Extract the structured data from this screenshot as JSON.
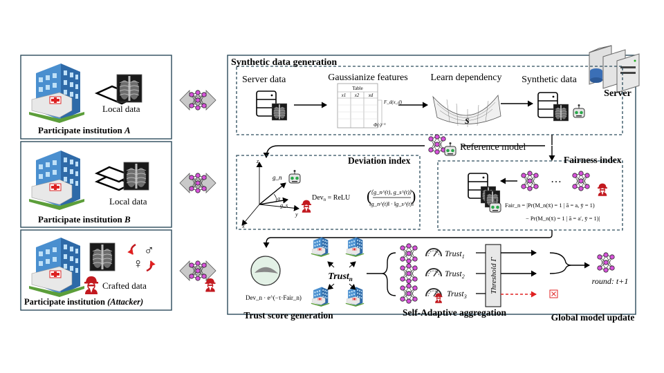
{
  "institutions": [
    {
      "title": "Participate institution ",
      "letter": "A",
      "data_label": "Local data"
    },
    {
      "title": "Participate institution ",
      "letter": "B",
      "data_label": "Local data"
    },
    {
      "title": "Participate institution ",
      "letter": "(Attacker)",
      "data_label": "Crafted data"
    }
  ],
  "server_label": "Server",
  "synthetic": {
    "title": "Synthetic data generation",
    "server_data": "Server data",
    "gaussianize": "Gaussianize features",
    "table_title": "Table",
    "learn_dependency": "Learn dependency",
    "synthetic_data": "Synthetic data",
    "copula_symbol": "S",
    "cols": [
      "x1",
      "x2",
      "xd"
    ],
    "f_label": "F_d(x_d)",
    "phi_label": "Φ(·)⁻¹"
  },
  "reference_model": "Reference model",
  "deviation": {
    "title": "Deviation index",
    "axes": [
      "z",
      "g_n",
      "g_s",
      "y",
      "x"
    ],
    "alpha": "α",
    "formula_lhs": "Dev",
    "formula_sub": "n",
    "formula_eq": " = ReLU",
    "num": "⟨g_n^(t), g_s^(t)⟩",
    "den": "‖g_n^(t)‖ · ‖g_s^(t)‖"
  },
  "fairness": {
    "title": "Fairness index",
    "dots": "…",
    "line1": "Fair_n = |Pr(M_n(x̄) = 1 | ā = a, ȳ = 1)",
    "line2": "− Pr(M_n(x̄) = 1 | ā = a′, ȳ = 1)|"
  },
  "trust_gen": {
    "label": "Trust score generation",
    "formula": "Dev_n · e^(−τ·Fair_n)",
    "center": "Trust",
    "center_sub": "n"
  },
  "aggregation": {
    "label": "Self-Adaptive aggregation",
    "trusts": [
      {
        "name": "Trust",
        "sub": "1"
      },
      {
        "name": "Trust",
        "sub": "2"
      },
      {
        "name": "Trust",
        "sub": "3"
      }
    ],
    "threshold": "Threshold Γ"
  },
  "global": {
    "label": "Global model update",
    "round": "round: t+1"
  },
  "colors": {
    "node": "#d653d9",
    "arrow_fill": "#c9c9c9",
    "border": "#2a4a5a",
    "attacker": "#c2191f",
    "dash_red": "#e02020"
  }
}
